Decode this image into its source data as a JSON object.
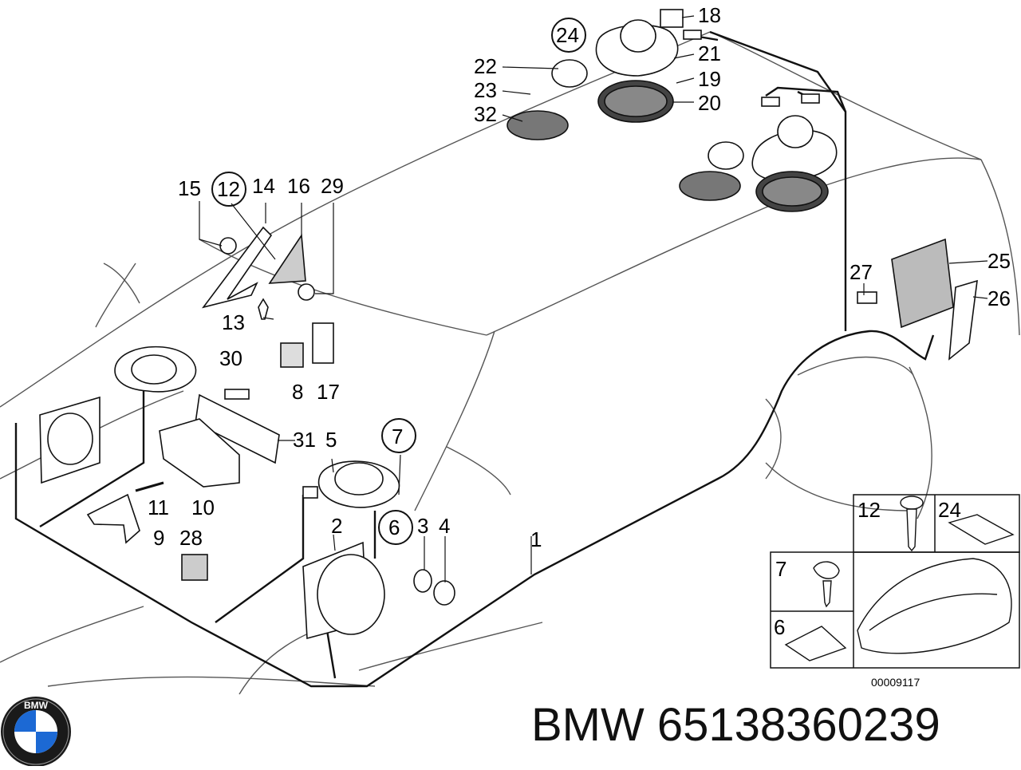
{
  "diagram": {
    "callouts": [
      "1",
      "2",
      "3",
      "4",
      "5",
      "6",
      "7",
      "8",
      "9",
      "10",
      "11",
      "12",
      "13",
      "14",
      "15",
      "16",
      "17",
      "18",
      "19",
      "20",
      "21",
      "22",
      "23",
      "24",
      "25",
      "26",
      "27",
      "28",
      "29",
      "30",
      "31",
      "32"
    ],
    "circled_callouts": [
      "24",
      "12",
      "7",
      "6"
    ],
    "inset": {
      "cells": [
        "12",
        "24",
        "7",
        "6"
      ]
    },
    "reference_number": "00009117"
  },
  "brand": {
    "name": "BMW",
    "part_number": "65138360239",
    "logo_icon": "bmw-roundel-logo",
    "logo_letters": "BMW",
    "colors": {
      "roundel_blue": "#1c69d4",
      "roundel_ring": "#1a1a1a"
    }
  }
}
